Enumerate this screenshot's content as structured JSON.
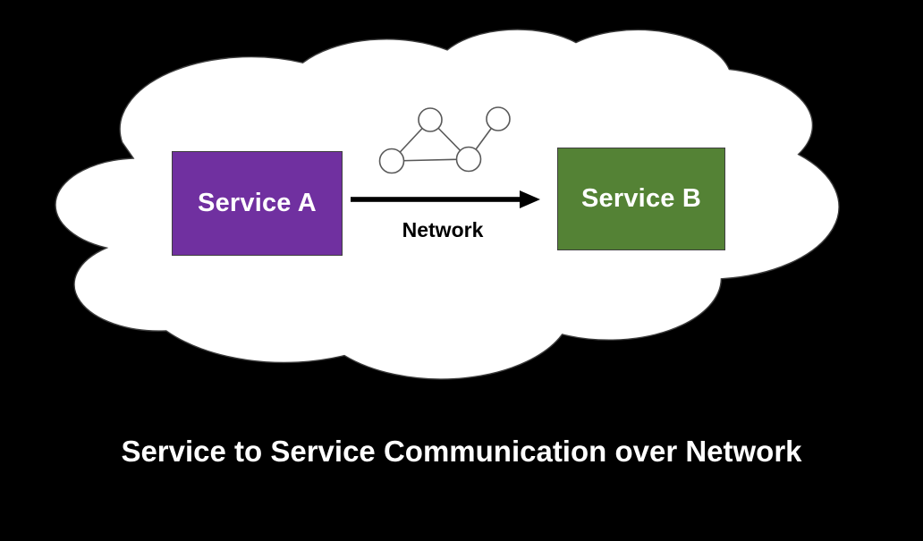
{
  "colors": {
    "black": "#000000",
    "white": "#ffffff",
    "purple": "#7030a0",
    "green": "#548235",
    "cloud_stroke": "#3d3d3d",
    "icon_stroke": "#595959"
  },
  "diagram": {
    "cloud": {
      "name": "network-cloud",
      "fill": "#ffffff",
      "stroke": "#3d3d3d"
    },
    "service_a": {
      "label": "Service A",
      "fill": "#7030a0",
      "text_color": "#ffffff"
    },
    "service_b": {
      "label": "Service B",
      "fill": "#548235",
      "text_color": "#ffffff"
    },
    "arrow": {
      "label": "Network",
      "color": "#000000",
      "direction": "right"
    },
    "network_icon": {
      "name": "network-graph-icon",
      "nodes": 4,
      "edges": 4
    }
  },
  "caption": {
    "text": "Service to Service Communication over Network",
    "color": "#ffffff"
  }
}
